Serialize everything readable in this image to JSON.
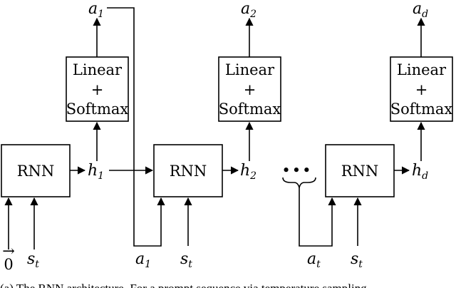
{
  "rnn_label": "RNN",
  "linear_line1": "Linear",
  "linear_line2": "+",
  "linear_line3": "Softmax",
  "ellipsis": "•••",
  "outputs": {
    "a1": {
      "base": "a",
      "sub": "1"
    },
    "a2": {
      "base": "a",
      "sub": "2"
    },
    "ad": {
      "base": "a",
      "sub": "d"
    }
  },
  "hidden": {
    "h1": {
      "base": "h",
      "sub": "1"
    },
    "h2": {
      "base": "h",
      "sub": "2"
    },
    "hd": {
      "base": "h",
      "sub": "d"
    }
  },
  "inputs": {
    "zero": "0",
    "arrow": "→",
    "st1": {
      "base": "s",
      "sub": "t"
    },
    "a1_in": {
      "base": "a",
      "sub": "1"
    },
    "st2": {
      "base": "s",
      "sub": "t"
    },
    "at_in": {
      "base": "a",
      "sub": "t"
    },
    "st3": {
      "base": "s",
      "sub": "t"
    }
  },
  "caption_text": "(a) The RNN architecture. For a prompt sequence via temperature sampling"
}
